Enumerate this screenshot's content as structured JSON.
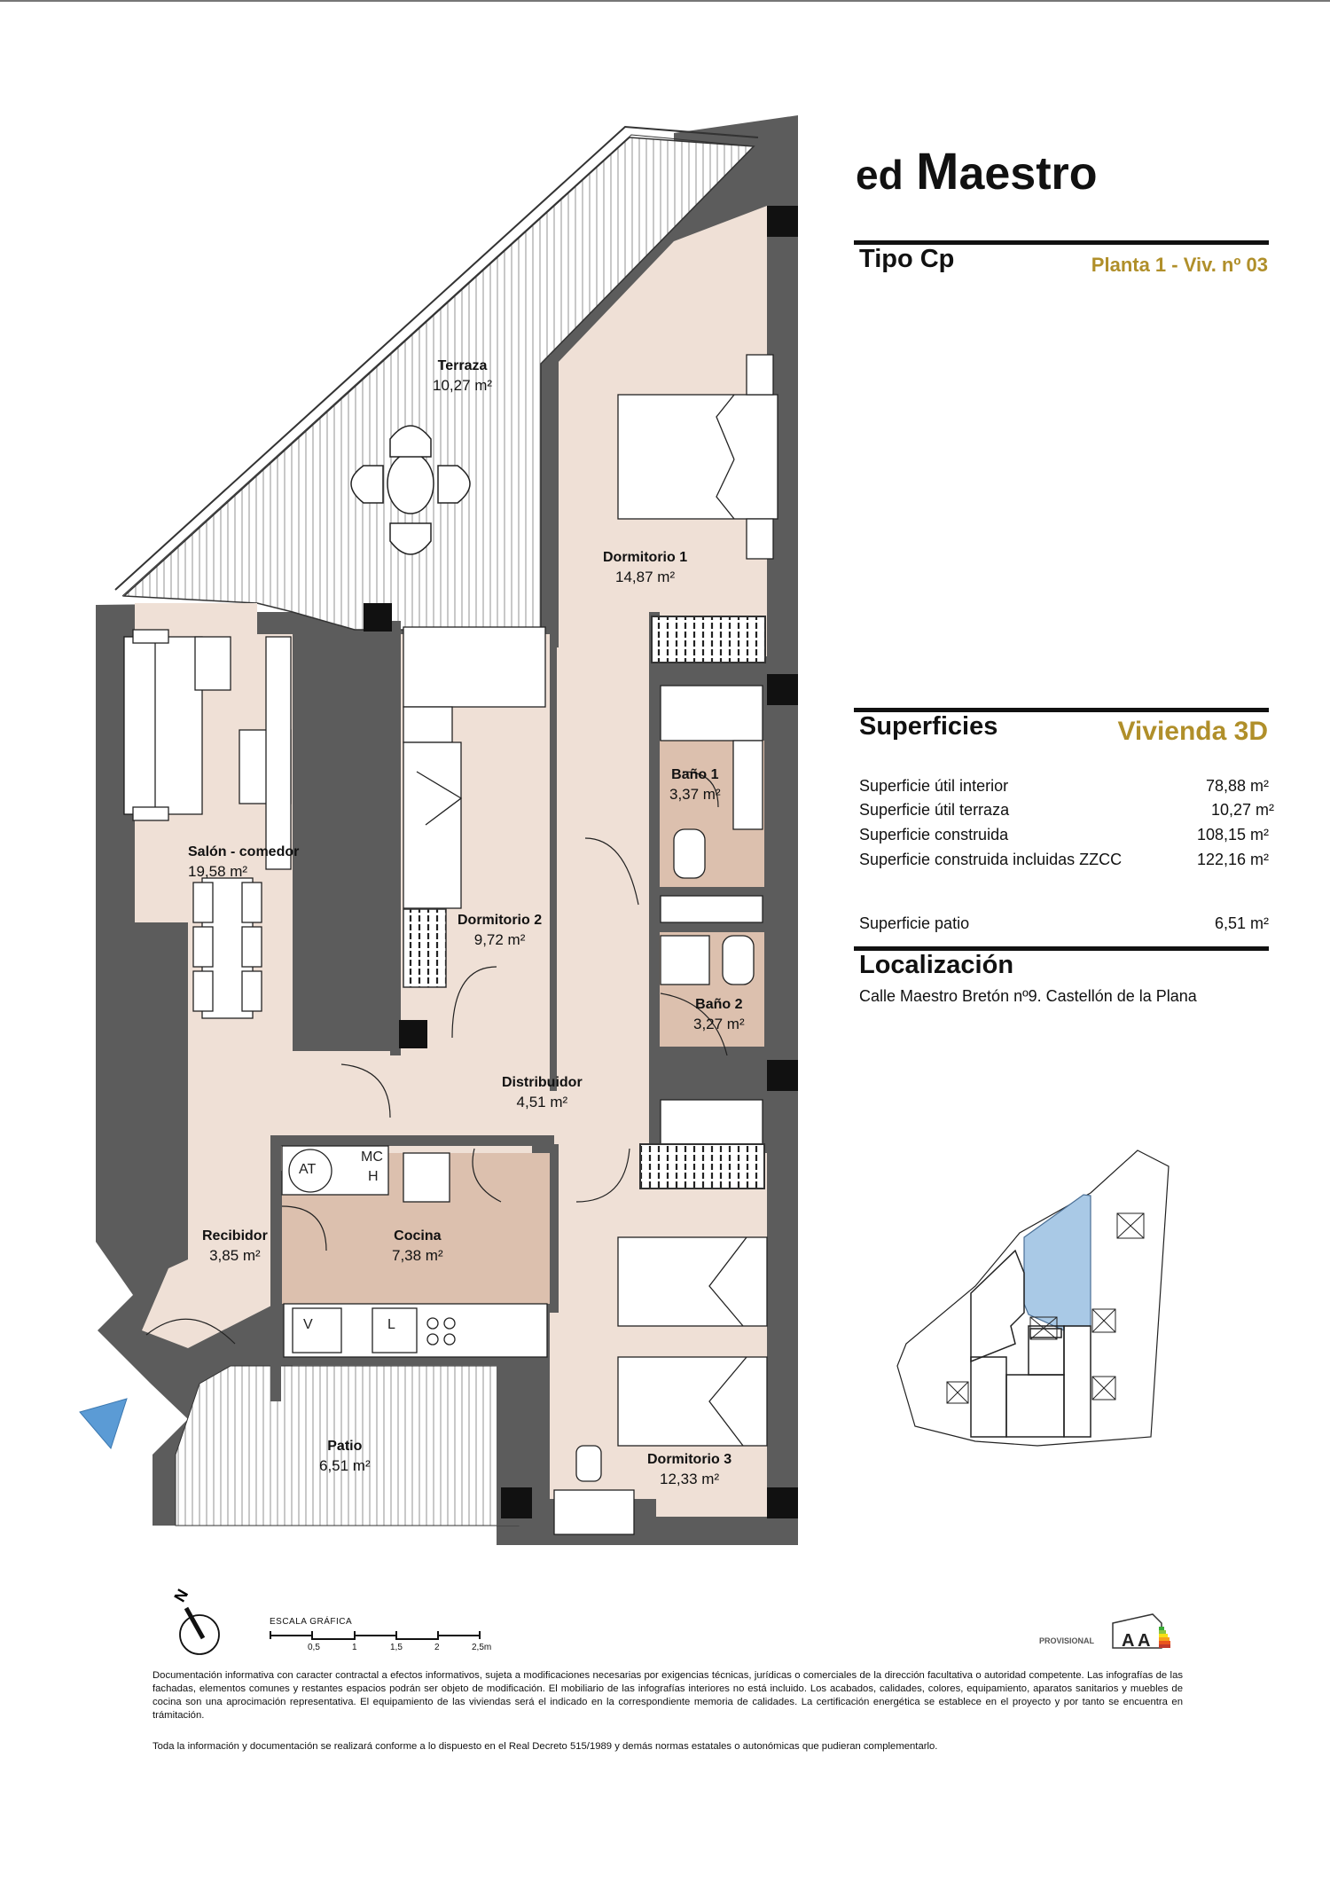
{
  "header": {
    "brand_prefix": "ed",
    "brand_m": "M",
    "brand_rest": "aestro",
    "tipo": "Tipo Cp",
    "planta": "Planta 1 - Viv. nº 03"
  },
  "surfaces": {
    "title": "Superficies",
    "vivienda": "Vivienda 3D",
    "rows": [
      {
        "label": "Superficie útil interior",
        "value": "78,88 m²"
      },
      {
        "label": "Superficie útil terraza",
        "value": "10,27 m²"
      },
      {
        "label": "Superficie construida",
        "value": "108,15 m²"
      },
      {
        "label": "Superficie construida incluidas ZZCC",
        "value": "122,16 m²"
      },
      {
        "label": "Superficie patio",
        "value": "6,51 m²"
      }
    ]
  },
  "location": {
    "title": "Localización",
    "address": "Calle Maestro Bretón nº9. Castellón de la Plana"
  },
  "rooms": [
    {
      "name": "Terraza",
      "area": "10,27 m²"
    },
    {
      "name": "Dormitorio 1",
      "area": "14,87 m²"
    },
    {
      "name": "Salón - comedor",
      "area": "19,58 m²"
    },
    {
      "name": "Dormitorio 2",
      "area": "9,72 m²"
    },
    {
      "name": "Baño 1",
      "area": "3,37 m²"
    },
    {
      "name": "Baño 2",
      "area": "3,27 m²"
    },
    {
      "name": "Distribuidor",
      "area": "4,51 m²"
    },
    {
      "name": "Recibidor",
      "area": "3,85 m²"
    },
    {
      "name": "Cocina",
      "area": "7,38 m²"
    },
    {
      "name": "Patio",
      "area": "6,51 m²"
    },
    {
      "name": "Dormitorio 3",
      "area": "12,33 m²"
    }
  ],
  "fixtures": {
    "at": "AT",
    "mc": "MC",
    "h": "H",
    "v": "V",
    "l": "L"
  },
  "scale": {
    "title": "ESCALA GRÁFICA",
    "ticks": [
      "0,5",
      "1",
      "1,5",
      "2",
      "2,5m"
    ]
  },
  "north_label": "N",
  "energy": {
    "label": "PROVISIONAL",
    "rating_1": "A",
    "rating_2": "A"
  },
  "disclaimer": {
    "p1": "Documentación informativa con caracter contractal a efectos informativos, sujeta a modificaciones necesarias por exigencias técnicas, jurídicas o comerciales de la dirección facultativa o autoridad competente. Las infografías de las fachadas, elementos comunes y restantes espacios podrán ser objeto de modificación. El mobiliario de las infografías interiores no está incluido. Los acabados, calidades, colores, equipamiento, aparatos sanitarios y muebles de cocina son una aprocimación representativa. El equipamiento de las viviendas será el indicado en la correspondiente memoria de calidades. La certificación energética se establece en el proyecto y por tanto se encuentra en trámitación.",
    "p2": "Toda la información y documentación se realizará conforme a lo dispuesto en el Real Decreto 515/1989 y demás normas estatales o autonómicas que pudieran complementarlo."
  },
  "colors": {
    "floor": "#efe0d6",
    "wet_floor": "#dcc0ae",
    "wall": "#5c5c5c",
    "accent_gold": "#b08f2a",
    "keyplan_highlight": "#a9c9e6",
    "entrance_marker": "#5b9bd5"
  }
}
